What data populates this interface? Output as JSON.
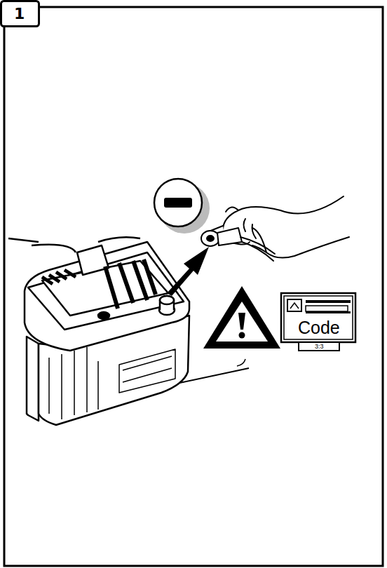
{
  "diagram": {
    "labels": [
      "1",
      "Code",
      "3:3"
    ]
  }
}
